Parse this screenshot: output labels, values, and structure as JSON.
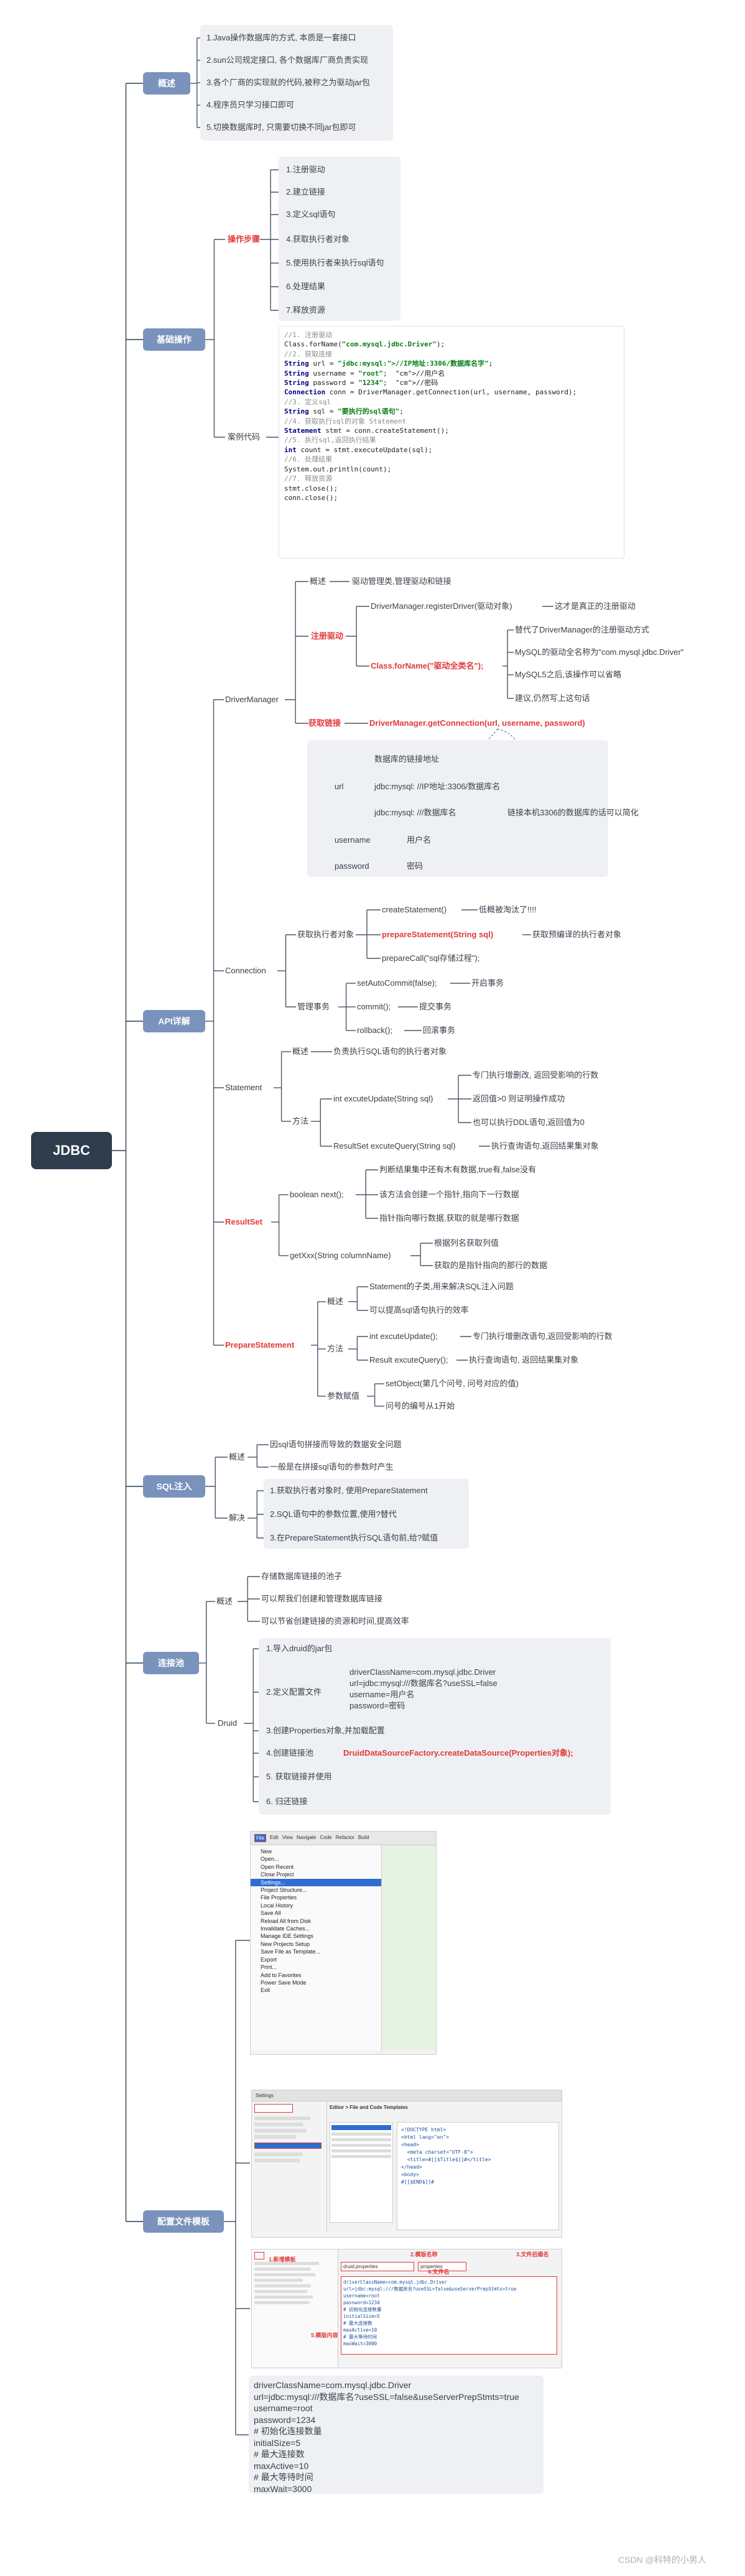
{
  "root": "JDBC",
  "overview": {
    "title": "概述",
    "items": [
      "1.Java操作数据库的方式, 本质是一套接口",
      "2.sun公司规定接口, 各个数据库厂商负责实现",
      "3.各个厂商的实现就的代码,被称之为驱动jar包",
      "4.程序员只学习接口即可",
      "5.切换数据库时, 只需要切换不同jar包即可"
    ]
  },
  "basic": {
    "title": "基础操作",
    "steps_label": "操作步骤",
    "steps": [
      "1.注册驱动",
      "2.建立链接",
      "3.定义sql语句",
      "4.获取执行者对象",
      "5.使用执行者来执行sql语句",
      "6.处理结果",
      "7.释放资源"
    ],
    "case_label": "案例代码",
    "code": [
      "//1. 注册驱动",
      "Class.forName(\"com.mysql.jdbc.Driver\");",
      "//2. 获取连接",
      "String url = \"jdbc:mysql://IP地址:3306/数据库名字\";",
      "String username = \"root\";  //用户名",
      "String password = \"1234\";  //密码",
      "Connection conn = DriverManager.getConnection(url, username, password);",
      "//3. 定义sql",
      "String sql = \"要执行的sql语句\";",
      "//4. 获取执行sql的对象 Statement",
      "Statement stmt = conn.createStatement();",
      "//5. 执行sql,返回执行结果",
      "int count = stmt.executeUpdate(sql);",
      "//6. 处理结果",
      "System.out.println(count);",
      "//7. 释放资源",
      "stmt.close();",
      "conn.close();"
    ]
  },
  "api": {
    "title": "API详解",
    "dm": {
      "label": "DriverManager",
      "overview": "概述",
      "overview_desc": "驱动管理类,管理驱动和链接",
      "register": "注册驱动",
      "register_method": "DriverManager.registerDriver(驱动对象)",
      "register_method_desc": "这才是真正的注册驱动",
      "forname": "Class.forName(\"驱动全类名\");",
      "forname_items": [
        "替代了DriverManager的注册驱动方式",
        "MySQL的驱动全名称为\"com.mysql.jdbc.Driver\"",
        "MySQL5之后,该操作可以省略",
        "建议,仍然写上这句话"
      ],
      "getconn": "获取链接",
      "getconn_method": "DriverManager.getConnection(url, username, password)",
      "url": "url",
      "url_items": [
        "数据库的链接地址",
        "jdbc:mysql: //IP地址:3306/数据库名",
        "jdbc:mysql: ///数据库名"
      ],
      "url_local_desc": "链接本机3306的数据库的话可以简化",
      "username": "username",
      "username_desc": "用户名",
      "password": "password",
      "password_desc": "密码"
    },
    "conn": {
      "label": "Connection",
      "getexec": "获取执行者对象",
      "create": "createStatement()",
      "create_desc": "低概被淘汰了!!!!",
      "prepare": "prepareStatement(String sql)",
      "prepare_desc": "获取预编译的执行者对象",
      "call": "prepareCall(\"sql存储过程\");",
      "tx": "管理事务",
      "autocommit": "setAutoCommit(false);",
      "autocommit_desc": "开启事务",
      "commit": "commit();",
      "commit_desc": "提交事务",
      "rollback": "rollback();",
      "rollback_desc": "回滚事务"
    },
    "stmt": {
      "label": "Statement",
      "overview": "概述",
      "overview_desc": "负责执行SQL语句的执行者对象",
      "methods": "方法",
      "update": "int excuteUpdate(String sql)",
      "update_items": [
        "专门执行增删改, 返回受影响的行数",
        "返回值>0 则证明操作成功",
        "也可以执行DDL语句,返回值为0"
      ],
      "query": "ResultSet  excuteQuery(String sql)",
      "query_desc": "执行查询语句,返回结果集对象"
    },
    "rs": {
      "label": "ResultSet",
      "next": "boolean next();",
      "next_items": [
        "判断结果集中还有木有数据,true有,false没有",
        "该方法会创建一个指针,指向下一行数据",
        "指针指向哪行数据,获取的就是哪行数据"
      ],
      "getx": "getXxx(String columnName)",
      "getx_items": [
        "根据列名获取列值",
        "获取的是指针指向的那行的数据"
      ]
    },
    "ps": {
      "label": "PrepareStatement",
      "overview": "概述",
      "overview_items": [
        "Statement的子类,用来解决SQL注入问题",
        "可以提高sql语句执行的效率"
      ],
      "methods": "方法",
      "m_update": "int excuteUpdate();",
      "m_update_desc": "专门执行增删改语句,返回受影响的行数",
      "m_query": "Result excuteQuery();",
      "m_query_desc": "执行查询语句, 返回结果集对象",
      "params": "参数赋值",
      "params_items": [
        "setObject(第几个问号, 问号对应的值)",
        "问号的编号从1开始"
      ]
    }
  },
  "inject": {
    "title": "SQL注入",
    "overview": "概述",
    "overview_items": [
      "因sql语句拼接而导致的数据安全问题",
      "一般是在拼接sql语句的参数时产生"
    ],
    "solve": "解决",
    "solve_items": [
      "1.获取执行者对象时, 使用PrepareStatement",
      "2.SQL语句中的参数位置,使用?替代",
      "3.在PrepareStatement执行SQL语句前,给?赋值"
    ]
  },
  "pool": {
    "title": "连接池",
    "overview": "概述",
    "overview_items": [
      "存储数据库链接的池子",
      "可以帮我们创建和管理数据库链接",
      "可以节省创建链接的资源和时间,提高效率"
    ],
    "druid": "Druid",
    "druid_items": [
      "1.导入druid的jar包",
      "2.定义配置文件",
      "3.创建Properties对象,并加载配置",
      "4.创建链接池",
      "5. 获取链接并使用",
      "6. 归还链接"
    ],
    "config_text": "driverClassName=com.mysql.jdbc.Driver\nurl=jdbc:mysql:///数据库名?useSSL=false\nusername=用户名\npassword=密码",
    "factory": "DruidDataSourceFactory.createDataSource(Properties对象);"
  },
  "template": {
    "title": "配置文件模板",
    "menu": [
      "New",
      "Open...",
      "Open Recent",
      "Close Project",
      "Settings...",
      "Project Structure...",
      "File Properties",
      "Local History",
      "Save All",
      "Reload All from Disk",
      "Invalidate Caches...",
      "Manage IDE Settings",
      "New Projects Setup",
      "Save File as Template...",
      "Export",
      "Print...",
      "Add to Favorites",
      "Power Save Mode",
      "Exit"
    ],
    "menubar": [
      "File",
      "Edit",
      "View",
      "Navigate",
      "Code",
      "Refactor",
      "Build"
    ],
    "settings_title": "Settings",
    "settings_panel": "Editor > File and Code Templates",
    "templates_code": [
      "<!DOCTYPE html>",
      "<html lang=\"en\">",
      "<head>",
      "  <meta charset=\"UTF-8\">",
      "  <title>#[[$Title$]]#</title>",
      "</head>",
      "<body>",
      "#[[$END$]]#"
    ],
    "step_labels": [
      "1.新增模板",
      "2.模版名称",
      "3.文件后缀名",
      "4.文件名",
      "5.模版内容"
    ],
    "template_name": "druid.properties",
    "template_ext": "properties",
    "content": "driverClassName=com.mysql.jdbc.Driver\nurl=jdbc:mysql:///数据库名?useSSL=false&useServerPrepStmts=true\nusername=root\npassword=1234\n# 初始化连接数量\ninitialSize=5\n# 最大连接数\nmaxActive=10\n# 最大等待时间\nmaxWait=3000"
  },
  "watermark": "CSDN @科特的小男人"
}
